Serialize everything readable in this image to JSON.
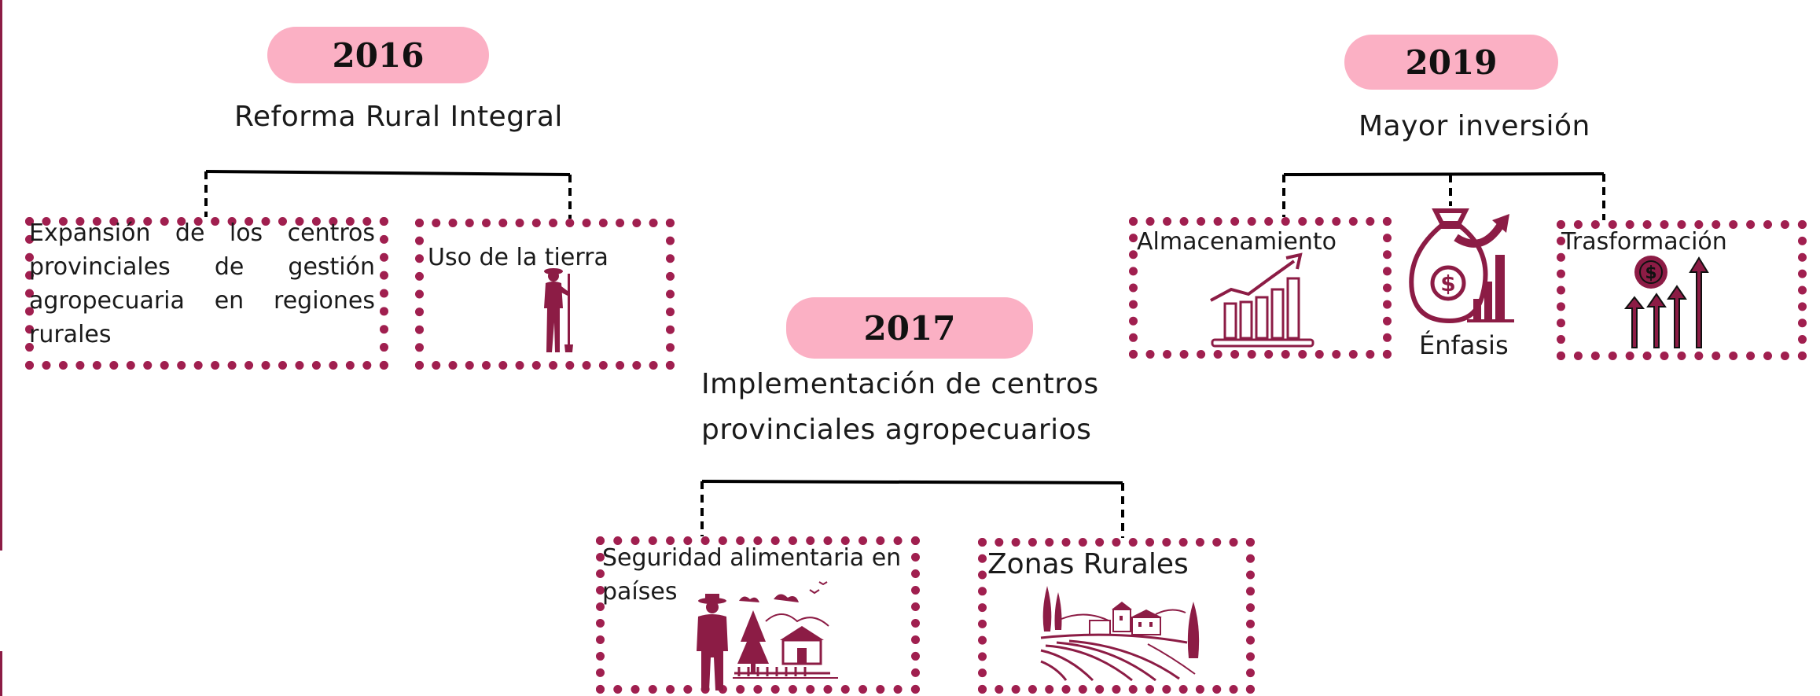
{
  "colors": {
    "accent": "#a01f4f",
    "pill": "#fbb0c4",
    "icon": "#8c1c45"
  },
  "timeline": [
    {
      "year": "2016",
      "heading": "Reforma Rural Integral",
      "boxes": [
        {
          "text": "Expansión de los centros provinciales de gestión agropecuaria en regiones rurales",
          "icon": ""
        },
        {
          "text": "Uso de la tierra",
          "icon": "farmer-with-shovel-icon"
        }
      ]
    },
    {
      "year": "2017",
      "heading": "Implementación de centros provinciales agropecuarios",
      "boxes": [
        {
          "text": "Seguridad alimentaria en países",
          "icon": "farmer-house-trees-icon"
        },
        {
          "text": "Zonas Rurales",
          "icon": "countryside-village-icon"
        }
      ]
    },
    {
      "year": "2019",
      "heading": "Mayor inversión",
      "boxes": [
        {
          "text": "Almacenamiento",
          "icon": "growth-bar-chart-icon"
        },
        {
          "text": "Trasformación",
          "icon": "coin-rising-arrows-icon"
        }
      ],
      "center": {
        "text": "Énfasis",
        "icon": "money-bag-growth-icon"
      }
    }
  ]
}
